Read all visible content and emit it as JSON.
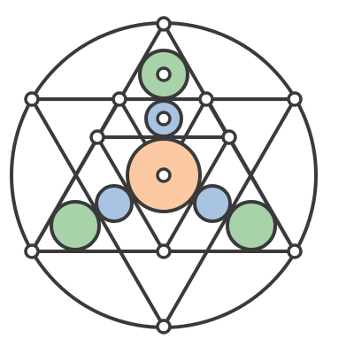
{
  "diagram": {
    "colors": {
      "stroke": "#3a3a3a",
      "node_fill": "#ffffff",
      "center_circle": "#fcc9a3",
      "blue_circle": "#a9c4e2",
      "green_circle": "#a8d2a8"
    },
    "shapes": {
      "outer_circle": "circle",
      "up_triangle": "triangle",
      "down_triangle": "triangle",
      "inner_triangle": "triangle",
      "horizontal_lines": 3
    },
    "filled_circles": [
      {
        "id": "center",
        "color": "orange",
        "has_node": true
      },
      {
        "id": "top-small",
        "color": "blue",
        "has_node": true
      },
      {
        "id": "top",
        "color": "green",
        "has_node": true
      },
      {
        "id": "left-small",
        "color": "blue",
        "has_node": false
      },
      {
        "id": "right-small",
        "color": "blue",
        "has_node": false
      },
      {
        "id": "left-bottom",
        "color": "green",
        "has_node": false
      },
      {
        "id": "right-bottom",
        "color": "green",
        "has_node": false
      }
    ],
    "node_count": 15
  }
}
